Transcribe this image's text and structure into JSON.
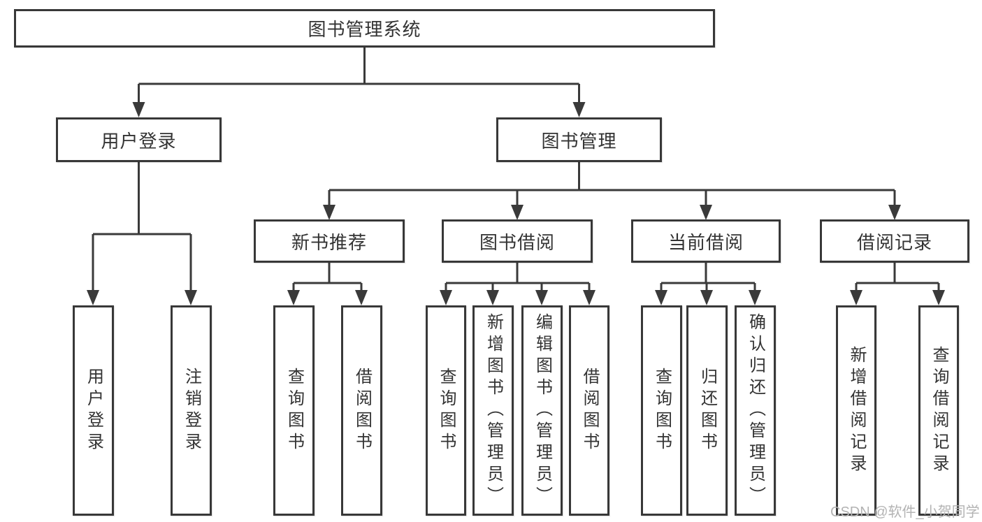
{
  "diagram": {
    "title": "图书管理系统",
    "branches": [
      {
        "label": "用户登录",
        "leaves": [
          "用户登录",
          "注销登录"
        ]
      },
      {
        "label": "图书管理",
        "groups": [
          {
            "label": "新书推荐",
            "leaves": [
              "查询图书",
              "借阅图书"
            ]
          },
          {
            "label": "图书借阅",
            "leaves": [
              "查询图书",
              "新增图书（管理员）",
              "编辑图书（管理员）",
              "借阅图书"
            ]
          },
          {
            "label": "当前借阅",
            "leaves": [
              "查询图书",
              "归还图书",
              "确认归还（管理员）"
            ]
          },
          {
            "label": "借阅记录",
            "leaves": [
              "新增借阅记录",
              "查询借阅记录"
            ]
          }
        ]
      }
    ]
  },
  "watermark": "CSDN @软件_小贺同学",
  "colors": {
    "line": "#3a3a3a",
    "box_border": "#383838",
    "box_background": "#ffffff",
    "text": "#333333",
    "watermark": "#b3b3b3",
    "background": "#ffffff"
  }
}
